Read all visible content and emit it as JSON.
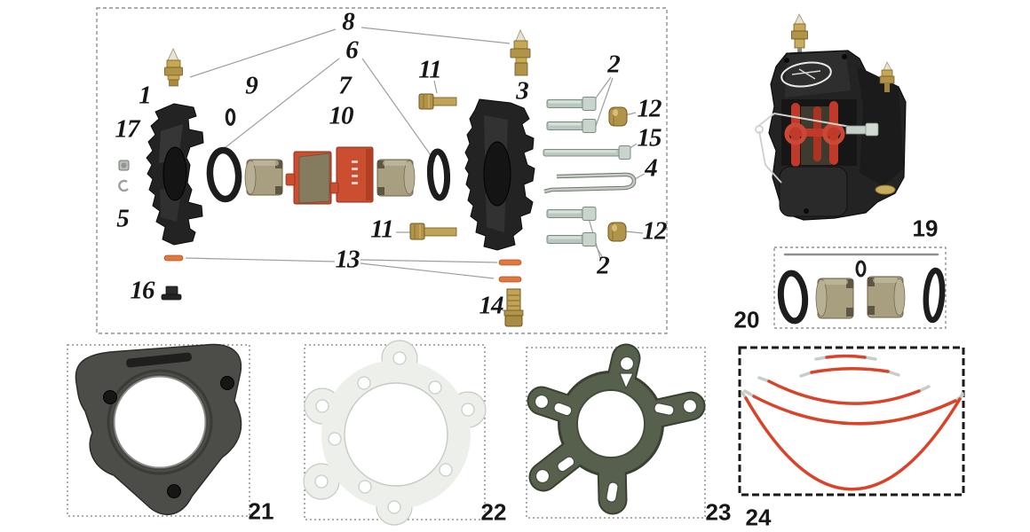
{
  "figure": {
    "type": "parts-diagram",
    "description": "Exploded parts diagram of a disc brake caliper assembly with numbered components, an assembled caliper photo, a piston seal kit, mounting brackets, a gasket, and brake lines",
    "part_labels": {
      "p1": "1",
      "p2_top": "2",
      "p2_bottom": "2",
      "p3": "3",
      "p4": "4",
      "p5": "5",
      "p6": "6",
      "p7": "7",
      "p8": "8",
      "p9": "9",
      "p10": "10",
      "p11_top": "11",
      "p11_bottom": "11",
      "p12_top": "12",
      "p12_bottom": "12",
      "p13": "13",
      "p14": "14",
      "p15": "15",
      "p16": "16",
      "p17": "17",
      "p19": "19",
      "p20": "20",
      "p21": "21",
      "p22": "22",
      "p23": "23",
      "p24": "24"
    },
    "colors": {
      "background": "#ffffff",
      "box_border_gray": "#8f948f",
      "box24_border": "#191919",
      "caliper_black": "#232323",
      "piston_tan": "#a89f80",
      "pad_red": "#cb4e31",
      "pad_friction": "#857c5f",
      "seal_black": "#1d1d1d",
      "screw_silver": "#b9c8bf",
      "brass": "#b2934a",
      "pin_orange": "#e0773c",
      "brake_line_red": "#d8432a",
      "bracket_gray": "#4c4c48",
      "gasket_white": "#edefeb",
      "plate_green": "#57604d",
      "label_color": "#171717"
    }
  }
}
